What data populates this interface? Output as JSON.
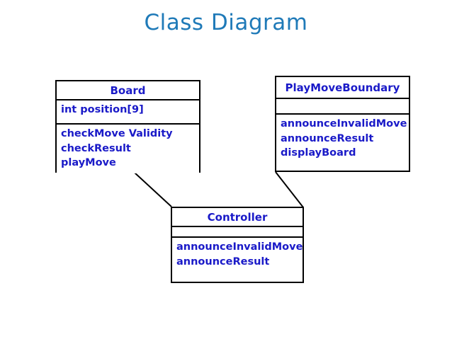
{
  "diagram": {
    "title": "Class Diagram",
    "title_color": "#1f7ab8",
    "text_color": "#1a1ac8",
    "border_color": "#000000",
    "background_color": "#ffffff",
    "type": "uml-class-diagram"
  },
  "classes": [
    {
      "id": "board",
      "name": "Board",
      "attributes": [
        "int position[9]"
      ],
      "operations": [
        "checkMove Validity",
        "checkResult",
        "playMove"
      ]
    },
    {
      "id": "playmoveboundary",
      "name": "PlayMoveBoundary",
      "attributes": [],
      "operations": [
        "announceInvalidMove",
        "announceResult",
        "displayBoard"
      ]
    },
    {
      "id": "controller",
      "name": "Controller",
      "attributes": [],
      "operations": [
        "announceInvalidMove",
        "announceResult"
      ]
    }
  ],
  "associations": [
    {
      "id": "board-controller",
      "from": "board",
      "to": "controller"
    },
    {
      "id": "playmoveboundary-controller",
      "from": "playmoveboundary",
      "to": "controller"
    }
  ]
}
